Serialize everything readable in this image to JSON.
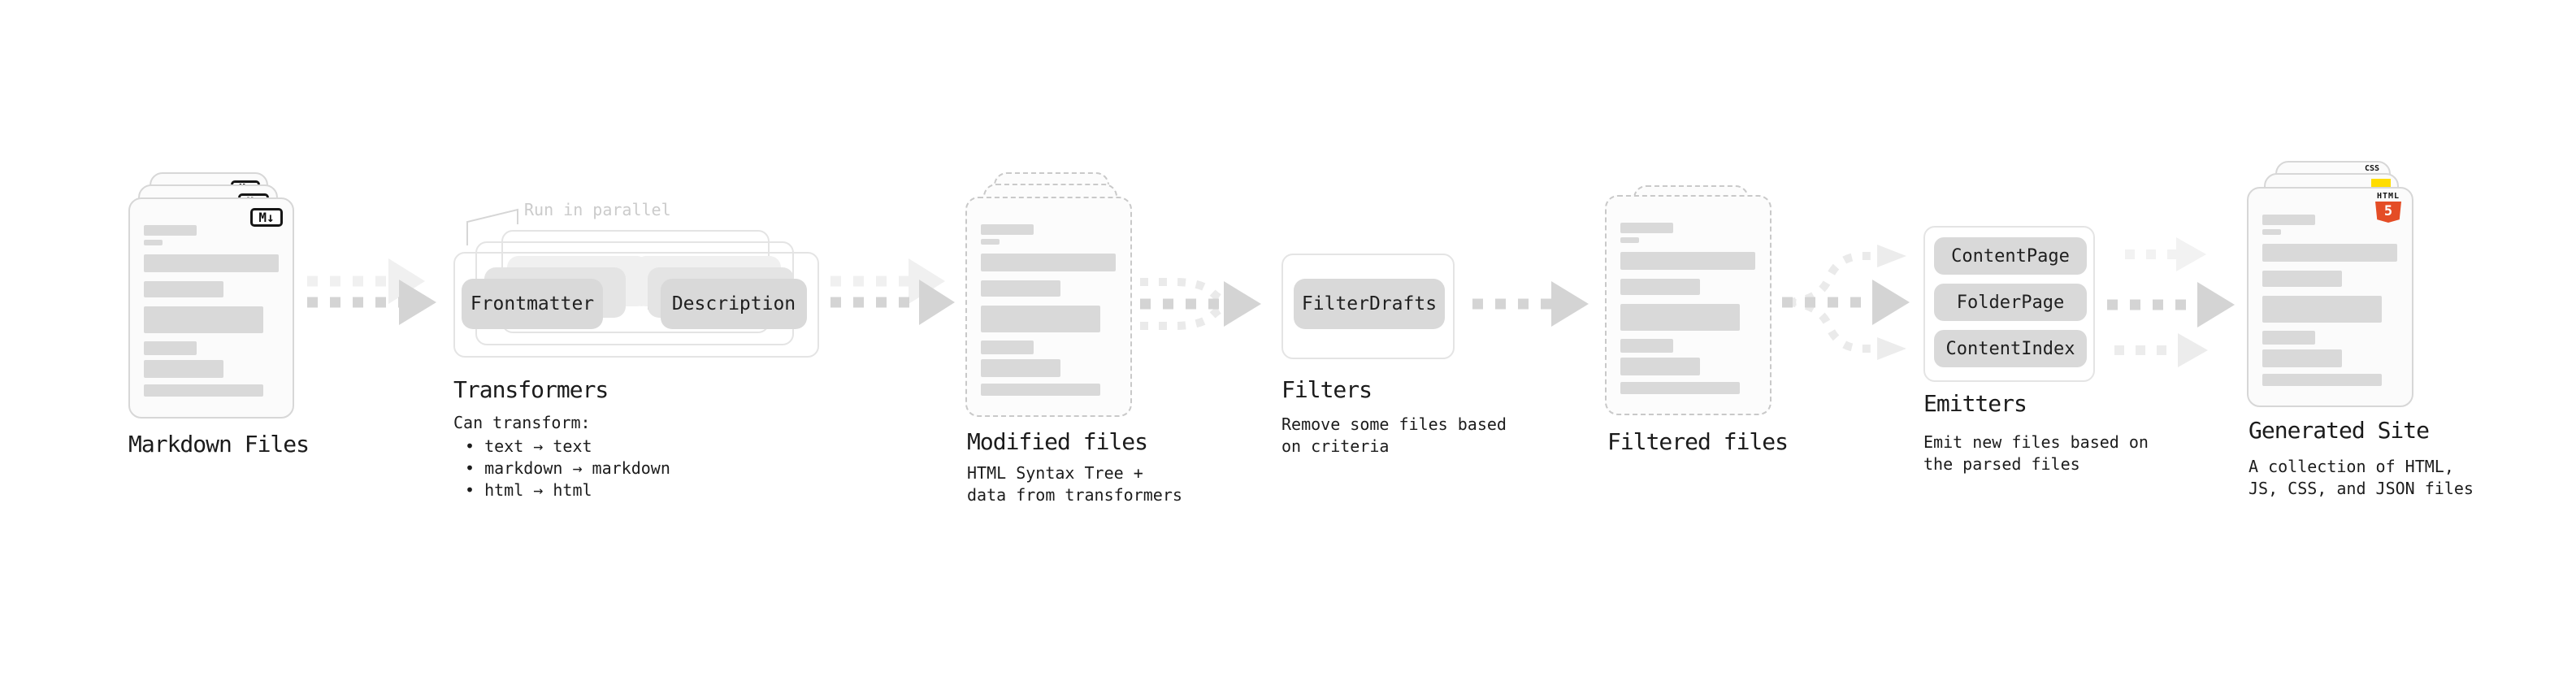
{
  "markdown_files": {
    "title": "Markdown Files",
    "badge": "M↓"
  },
  "transformers": {
    "note": "Run in parallel",
    "frontmatter_button": "Frontmatter",
    "description_button": "Description",
    "title": "Transformers",
    "subtitle": "Can transform:",
    "bullets": "• text → text\n• markdown → markdown\n• html → html"
  },
  "modified_files": {
    "title": "Modified files",
    "subtitle": "HTML Syntax Tree +\ndata from transformers"
  },
  "filters": {
    "filter_button": "FilterDrafts",
    "title": "Filters",
    "subtitle": "Remove some files based\non criteria"
  },
  "filtered_files": {
    "title": "Filtered files"
  },
  "emitters": {
    "button1": "ContentPage",
    "button2": "FolderPage",
    "button3": "ContentIndex",
    "title": "Emitters",
    "subtitle": "Emit new files based on\nthe parsed files"
  },
  "generated_site": {
    "title": "Generated Site",
    "subtitle": "A collection of HTML,\nJS, CSS, and JSON files",
    "css_badge": "CSS",
    "html_badge_label": "HTML",
    "html_badge_number": "5"
  },
  "colors": {
    "html5_orange": "#e44d26",
    "js_yellow": "#ffdd00",
    "css_blue": "#1a6fe8",
    "arrow_gray": "#d4d4d4",
    "ghost_gray": "#f0f0f0"
  }
}
